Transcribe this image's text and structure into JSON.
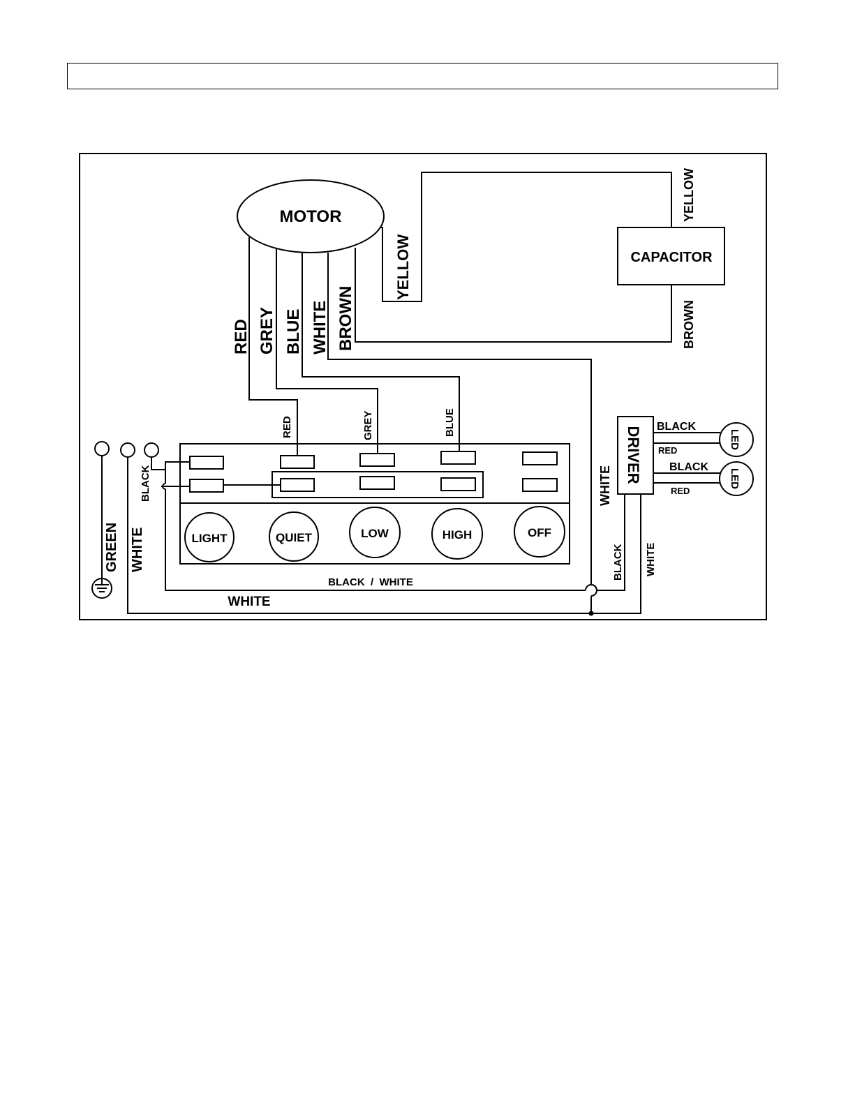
{
  "header": {
    "text": ""
  },
  "components": {
    "motor": "MOTOR",
    "capacitor": "CAPACITOR",
    "driver": "DRIVER",
    "led_1": "LED",
    "led_2": "LED"
  },
  "buttons": {
    "light": "LIGHT",
    "quiet": "QUIET",
    "low": "LOW",
    "high": "HIGH",
    "off": "OFF"
  },
  "wires": {
    "motor_red": "RED",
    "motor_grey": "GREY",
    "motor_blue": "BLUE",
    "motor_white": "WHITE",
    "motor_brown": "BROWN",
    "motor_yellow": "YELLOW",
    "cap_yellow": "YELLOW",
    "cap_brown": "BROWN",
    "switch_red": "RED",
    "switch_grey": "GREY",
    "switch_blue": "BLUE",
    "driver_white_in": "WHITE",
    "led1_black": "BLACK",
    "led1_red": "RED",
    "led2_black": "BLACK",
    "led2_red": "RED",
    "driver_black": "BLACK",
    "driver_white": "WHITE",
    "supply_green": "GREEN",
    "supply_white": "WHITE",
    "supply_black": "BLACK",
    "bus_black_white": "BLACK  /  WHITE",
    "bus_white": "WHITE"
  }
}
